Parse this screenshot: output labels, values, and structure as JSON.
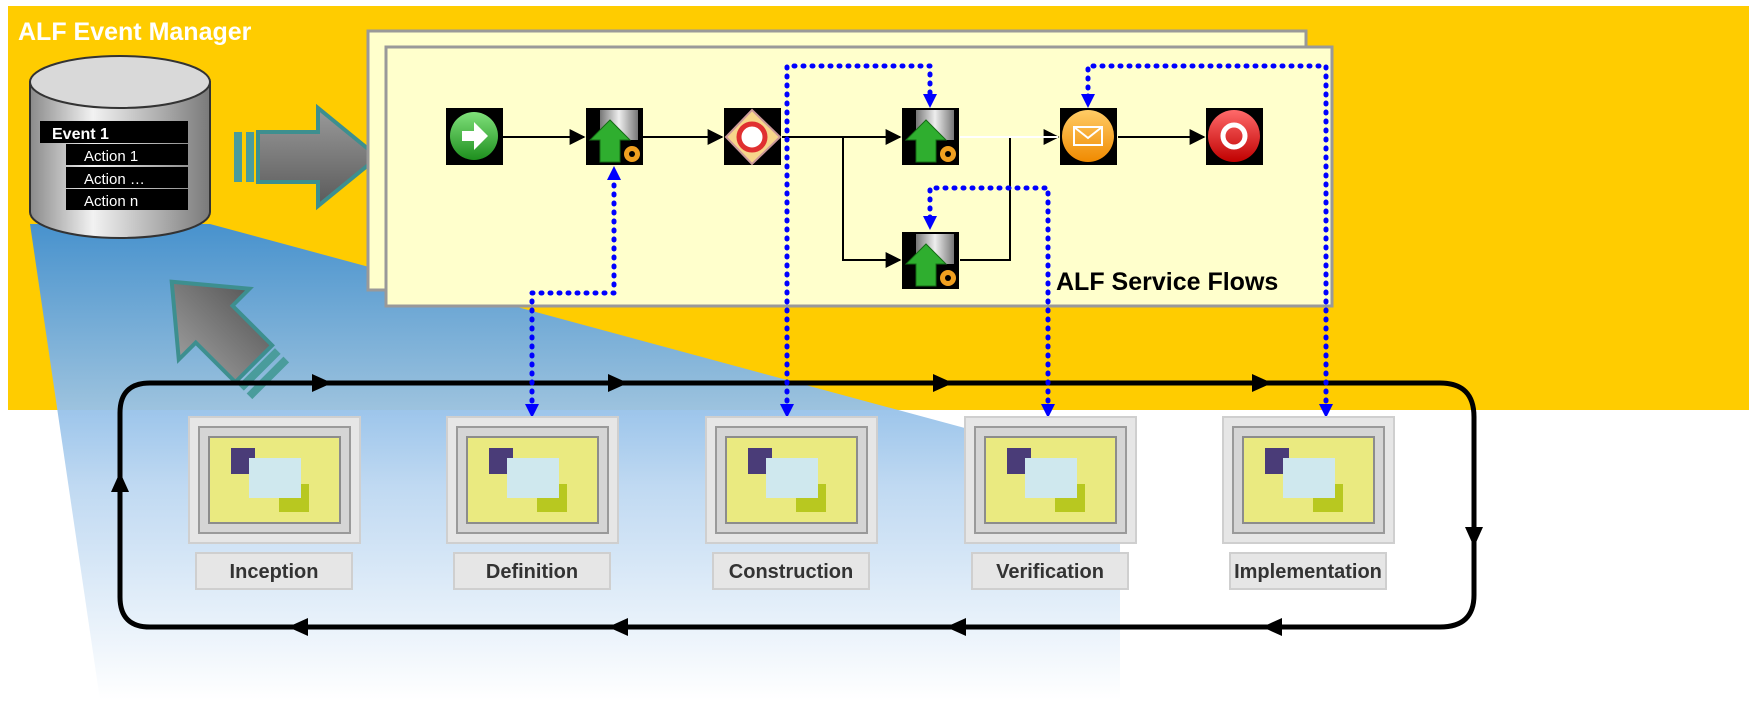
{
  "title": "ALF Event Manager",
  "service_flows_label": "ALF Service Flows",
  "event_list": {
    "header": "Event 1",
    "actions": [
      "Action 1",
      "Action …",
      "Action n"
    ]
  },
  "flow_icons": [
    {
      "id": "start",
      "icon": "start-arrow-icon"
    },
    {
      "id": "service-1",
      "icon": "service-gear-icon"
    },
    {
      "id": "decision",
      "icon": "decision-icon"
    },
    {
      "id": "service-2",
      "icon": "service-gear-icon"
    },
    {
      "id": "service-3",
      "icon": "service-gear-icon"
    },
    {
      "id": "notify",
      "icon": "email-icon"
    },
    {
      "id": "stop",
      "icon": "stop-icon"
    }
  ],
  "phases": [
    "Inception",
    "Definition",
    "Construction",
    "Verification",
    "Implementation"
  ],
  "colors": {
    "background": "#ffcc00",
    "flow_panel": "#ffffcc",
    "dotted_link": "#0000ff",
    "cycle_line": "#000000"
  }
}
